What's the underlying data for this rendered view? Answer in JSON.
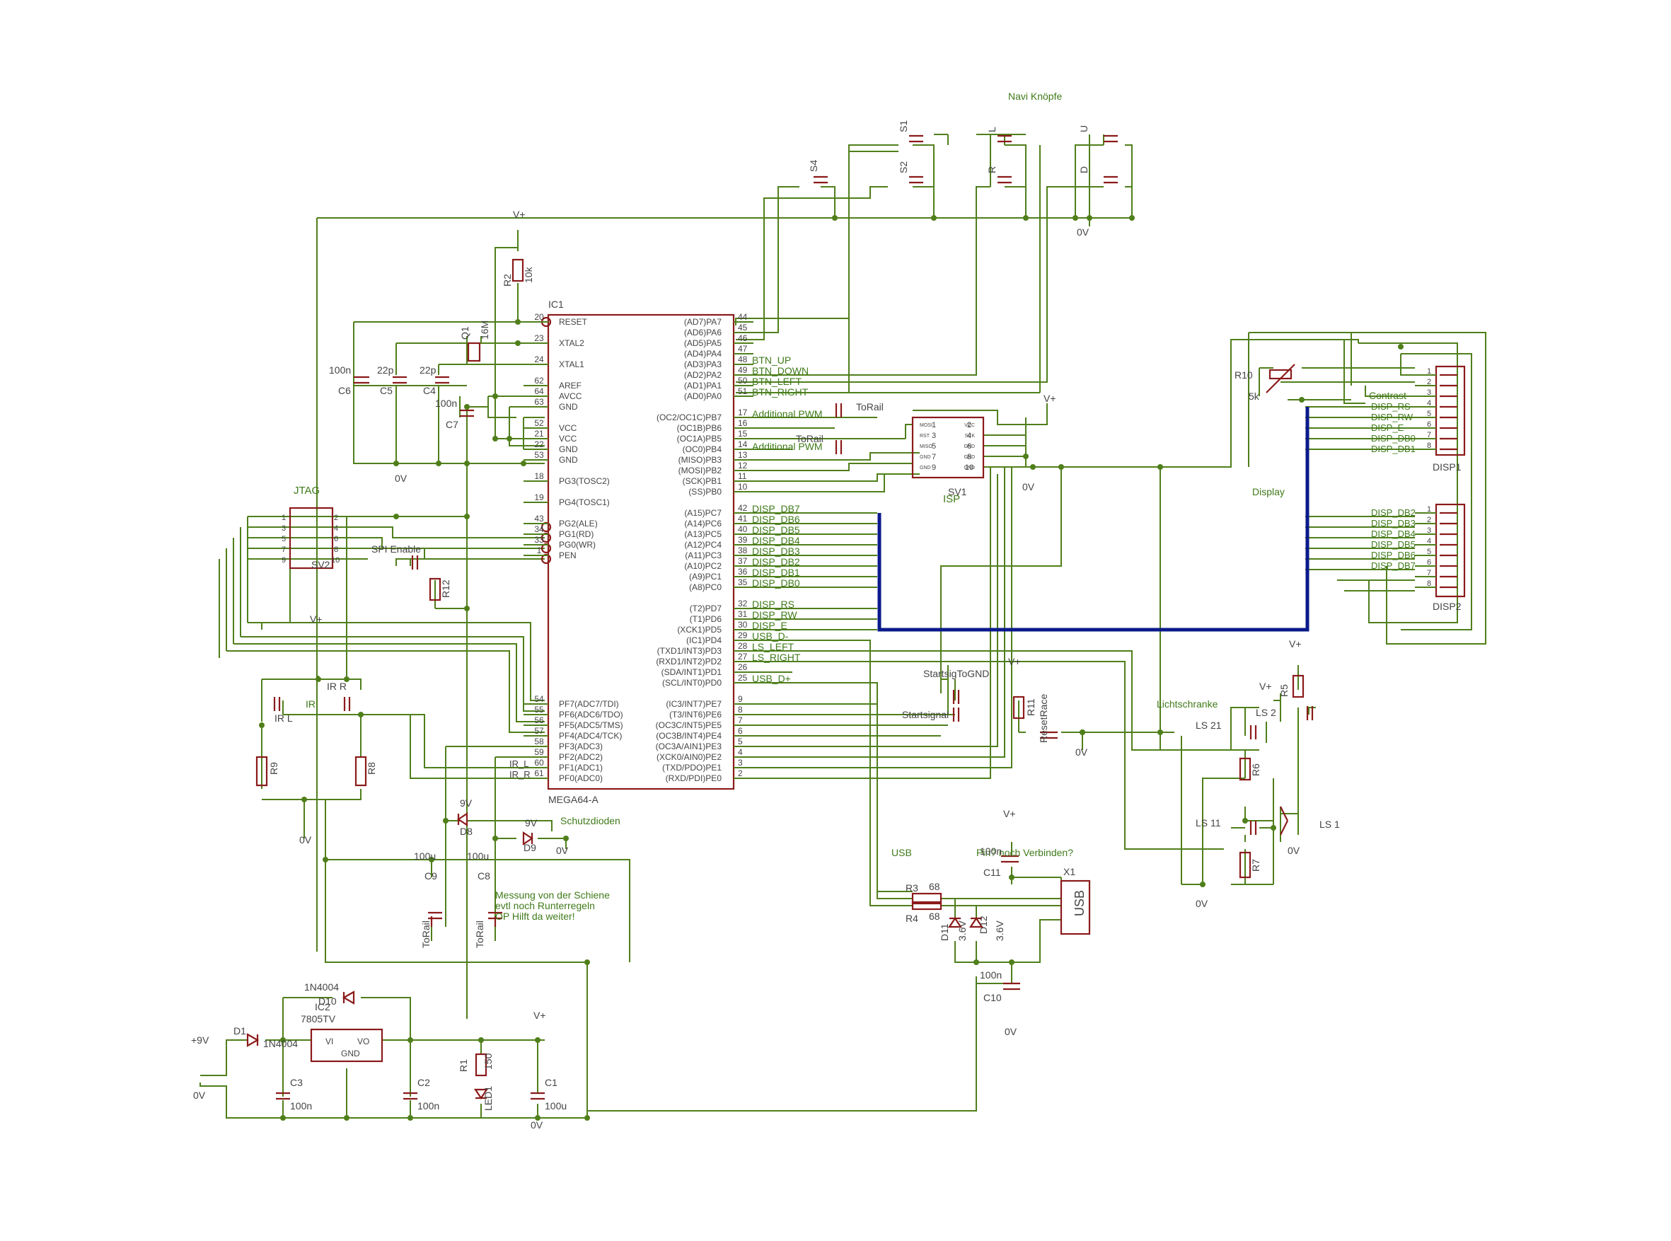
{
  "labels": {
    "navi": "Navi Knöpfe",
    "jtag": "JTAG",
    "spi_enable": "SPI Enable",
    "sv2": "SV2",
    "ir": "IR",
    "ir_l": "IR L",
    "ir_r": "IR R",
    "isp": "ISP",
    "sv1": "SV1",
    "display": "Display",
    "contrast": "Contrast",
    "lichtschranke": "Lichtschranke",
    "usb": "USB",
    "pin_note": "Pin? noch Verbinden?",
    "schutzdioden": "Schutzdioden",
    "messung_1": "Messung von der Schiene",
    "messung_2": "evtl noch Runterregeln",
    "messung_3": "OP Hilft da weiter!",
    "startsig_to_gnd": "StartsigToGND",
    "startsignal": "Startsignal",
    "reset_race": "ResetRace",
    "to_rail": "ToRail",
    "add_pwm": "Additional PWM",
    "ic1_name": "IC1",
    "ic1_value": "MEGA64-A",
    "ic2_name": "IC2",
    "ic2_value": "7805TV",
    "ic2_vi": "VI",
    "ic2_vo": "VO",
    "ic2_gnd": "GND",
    "disp1": "DISP1",
    "disp2": "DISP2",
    "x1": "X1",
    "usb_conn": "USB",
    "plus9v": "+9V",
    "vplus": "V+",
    "zero_v": "0V",
    "s1": "S1",
    "s2": "S2",
    "s4": "S4",
    "l": "L",
    "r": "R",
    "u": "U",
    "d": "D",
    "ls21": "LS 21",
    "ls2": "LS 2",
    "ls11": "LS 11",
    "ls1": "LS 1",
    "r1": "R1",
    "r1v": "150",
    "r2": "R2",
    "r2v": "10k",
    "r3": "R3",
    "r3v": "68",
    "r4": "R4",
    "r4v": "68",
    "r5": "R5",
    "r6": "R6",
    "r7": "R7",
    "r8": "R8",
    "r9": "R9",
    "r10": "R10",
    "r10v": "5k",
    "r11": "R11",
    "r12": "R12",
    "c1": "C1",
    "c1v": "100u",
    "c2": "C2",
    "c2v": "100n",
    "c3": "C3",
    "c3v": "100n",
    "c4": "C4",
    "c4v": "22p",
    "c5": "C5",
    "c5v": "22p",
    "c6": "C6",
    "c6v": "100n",
    "c7": "C7",
    "c7v": "100n",
    "c8": "C8",
    "c8v": "100u",
    "c9": "C9",
    "c9v": "100u",
    "c10": "C10",
    "c10v": "100n",
    "c11": "C11",
    "c11v": "100n",
    "q1": "Q1",
    "q1v": "16M",
    "d1": "D1",
    "d1v": "1N4004",
    "d10": "D10",
    "d10v": "1N4004",
    "d8": "D8",
    "d8v": "9V",
    "d9": "D9",
    "d9v": "9V",
    "d11": "D11",
    "d11v": "3.6V",
    "d12": "D12",
    "d12v": "3.6V",
    "led1": "LED1",
    "n1": "1",
    "n2": "2",
    "n3": "3",
    "n4": "4",
    "n5": "5",
    "n6": "6",
    "n7": "7",
    "n8": "8",
    "n9": "9",
    "n10": "10"
  },
  "ic1_left_pins": [
    {
      "num": "20",
      "name": "RESET"
    },
    {
      "num": "23",
      "name": "XTAL2"
    },
    {
      "num": "24",
      "name": "XTAL1"
    },
    {
      "num": "62",
      "name": "AREF"
    },
    {
      "num": "64",
      "name": "AVCC"
    },
    {
      "num": "63",
      "name": "GND"
    },
    {
      "num": "52",
      "name": "VCC"
    },
    {
      "num": "21",
      "name": "VCC"
    },
    {
      "num": "22",
      "name": "GND"
    },
    {
      "num": "53",
      "name": "GND"
    },
    {
      "num": "18",
      "name": "PG3(TOSC2)"
    },
    {
      "num": "19",
      "name": "PG4(TOSC1)"
    },
    {
      "num": "43",
      "name": "PG2(ALE)"
    },
    {
      "num": "34",
      "name": "PG1(RD)"
    },
    {
      "num": "33",
      "name": "PG0(WR)"
    },
    {
      "num": "1",
      "name": "PEN"
    },
    {
      "num": "54",
      "name": "PF7(ADC7/TDI)"
    },
    {
      "num": "55",
      "name": "PF6(ADC6/TDO)"
    },
    {
      "num": "56",
      "name": "PF5(ADC5/TMS)"
    },
    {
      "num": "57",
      "name": "PF4(ADC4/TCK)"
    },
    {
      "num": "58",
      "name": "PF3(ADC3)"
    },
    {
      "num": "59",
      "name": "PF2(ADC2)"
    },
    {
      "num": "60",
      "name": "PF1(ADC1)"
    },
    {
      "num": "61",
      "name": "PF0(ADC0)"
    }
  ],
  "ic1_right_pins": [
    {
      "num": "44",
      "name": "(AD7)PA7",
      "net": ""
    },
    {
      "num": "45",
      "name": "(AD6)PA6",
      "net": ""
    },
    {
      "num": "46",
      "name": "(AD5)PA5",
      "net": ""
    },
    {
      "num": "47",
      "name": "(AD4)PA4",
      "net": ""
    },
    {
      "num": "48",
      "name": "(AD3)PA3",
      "net": "BTN_UP"
    },
    {
      "num": "49",
      "name": "(AD2)PA2",
      "net": "BTN_DOWN"
    },
    {
      "num": "50",
      "name": "(AD1)PA1",
      "net": "BTN_LEFT"
    },
    {
      "num": "51",
      "name": "(AD0)PA0",
      "net": "BTN_RIGHT"
    },
    {
      "num": "17",
      "name": "(OC2/OC1C)PB7",
      "net": "Additional PWM"
    },
    {
      "num": "16",
      "name": "(OC1B)PB6",
      "net": ""
    },
    {
      "num": "15",
      "name": "(OC1A)PB5",
      "net": ""
    },
    {
      "num": "14",
      "name": "(OC0)PB4",
      "net": "Additional PWM"
    },
    {
      "num": "13",
      "name": "(MISO)PB3",
      "net": ""
    },
    {
      "num": "12",
      "name": "(MOSI)PB2",
      "net": ""
    },
    {
      "num": "11",
      "name": "(SCK)PB1",
      "net": ""
    },
    {
      "num": "10",
      "name": "(SS)PB0",
      "net": ""
    },
    {
      "num": "42",
      "name": "(A15)PC7",
      "net": "DISP_DB7"
    },
    {
      "num": "41",
      "name": "(A14)PC6",
      "net": "DISP_DB6"
    },
    {
      "num": "40",
      "name": "(A13)PC5",
      "net": "DISP_DB5"
    },
    {
      "num": "39",
      "name": "(A12)PC4",
      "net": "DISP_DB4"
    },
    {
      "num": "38",
      "name": "(A11)PC3",
      "net": "DISP_DB3"
    },
    {
      "num": "37",
      "name": "(A10)PC2",
      "net": "DISP_DB2"
    },
    {
      "num": "36",
      "name": "(A9)PC1",
      "net": "DISP_DB1"
    },
    {
      "num": "35",
      "name": "(A8)PC0",
      "net": "DISP_DB0"
    },
    {
      "num": "32",
      "name": "(T2)PD7",
      "net": "DISP_RS"
    },
    {
      "num": "31",
      "name": "(T1)PD6",
      "net": "DISP_RW"
    },
    {
      "num": "30",
      "name": "(XCK1)PD5",
      "net": "DISP_E"
    },
    {
      "num": "29",
      "name": "(IC1)PD4",
      "net": "USB_D-"
    },
    {
      "num": "28",
      "name": "(TXD1/INT3)PD3",
      "net": "LS_LEFT"
    },
    {
      "num": "27",
      "name": "(RXD1/INT2)PD2",
      "net": "LS_RIGHT"
    },
    {
      "num": "26",
      "name": "(SDA/INT1)PD1",
      "net": ""
    },
    {
      "num": "25",
      "name": "(SCL/INT0)PD0",
      "net": "USB_D+"
    },
    {
      "num": "9",
      "name": "(IC3/INT7)PE7",
      "net": ""
    },
    {
      "num": "8",
      "name": "(T3/INT6)PE6",
      "net": ""
    },
    {
      "num": "7",
      "name": "(OC3C/INT5)PE5",
      "net": ""
    },
    {
      "num": "6",
      "name": "(OC3B/INT4)PE4",
      "net": ""
    },
    {
      "num": "5",
      "name": "(OC3A/AIN1)PE3",
      "net": ""
    },
    {
      "num": "4",
      "name": "(XCK0/AIN0)PE2",
      "net": ""
    },
    {
      "num": "3",
      "name": "(TXD/PDO)PE1",
      "net": ""
    },
    {
      "num": "2",
      "name": "(RXD/PDI)PE0",
      "net": ""
    }
  ],
  "ir_pin_nets": [
    "IR_L",
    "IR_R"
  ],
  "disp1_nets": [
    "",
    "",
    "",
    "DISP_RS",
    "DISP_RW",
    "DISP_E",
    "DISP_DB0",
    "DISP_DB1"
  ],
  "disp2_nets": [
    "DISP_DB2",
    "DISP_DB3",
    "DISP_DB4",
    "DISP_DB5",
    "DISP_DB6",
    "DISP_DB7",
    "",
    ""
  ],
  "isp_pin_names": [
    "MOSI",
    "VCC",
    "RST",
    "SCK",
    "MISO",
    "GND",
    "GND",
    "GND",
    "GND",
    "GND"
  ],
  "colors": {
    "wire": "#4f7f1a",
    "part": "#8b1a1a",
    "bus": "#0b1a8a",
    "text": "#444444",
    "label": "#3f7a1a"
  }
}
